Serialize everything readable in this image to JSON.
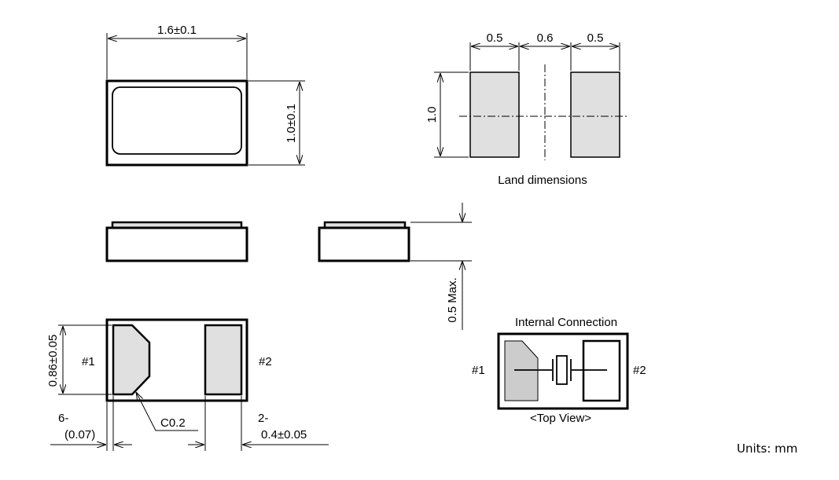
{
  "top_view": {
    "width_dim": "1.6±0.1",
    "height_dim": "1.0±0.1"
  },
  "land": {
    "dim_left": "0.5",
    "dim_gap": "0.6",
    "dim_right": "0.5",
    "dim_height": "1.0",
    "caption": "Land dimensions"
  },
  "side_view": {
    "height_dim": "0.5 Max."
  },
  "bottom_view": {
    "pad_height_dim": "0.86±0.05",
    "pin1": "#1",
    "pin2": "#2",
    "chamfer": "C0.2",
    "offset_count": "6-",
    "offset_value": "(0.07)",
    "pad_width_count": "2-",
    "pad_width_value": "0.4±0.05"
  },
  "internal": {
    "title": "Internal Connection",
    "pin1": "#1",
    "pin2": "#2",
    "caption": "<Top View>"
  },
  "units": "Units: mm"
}
